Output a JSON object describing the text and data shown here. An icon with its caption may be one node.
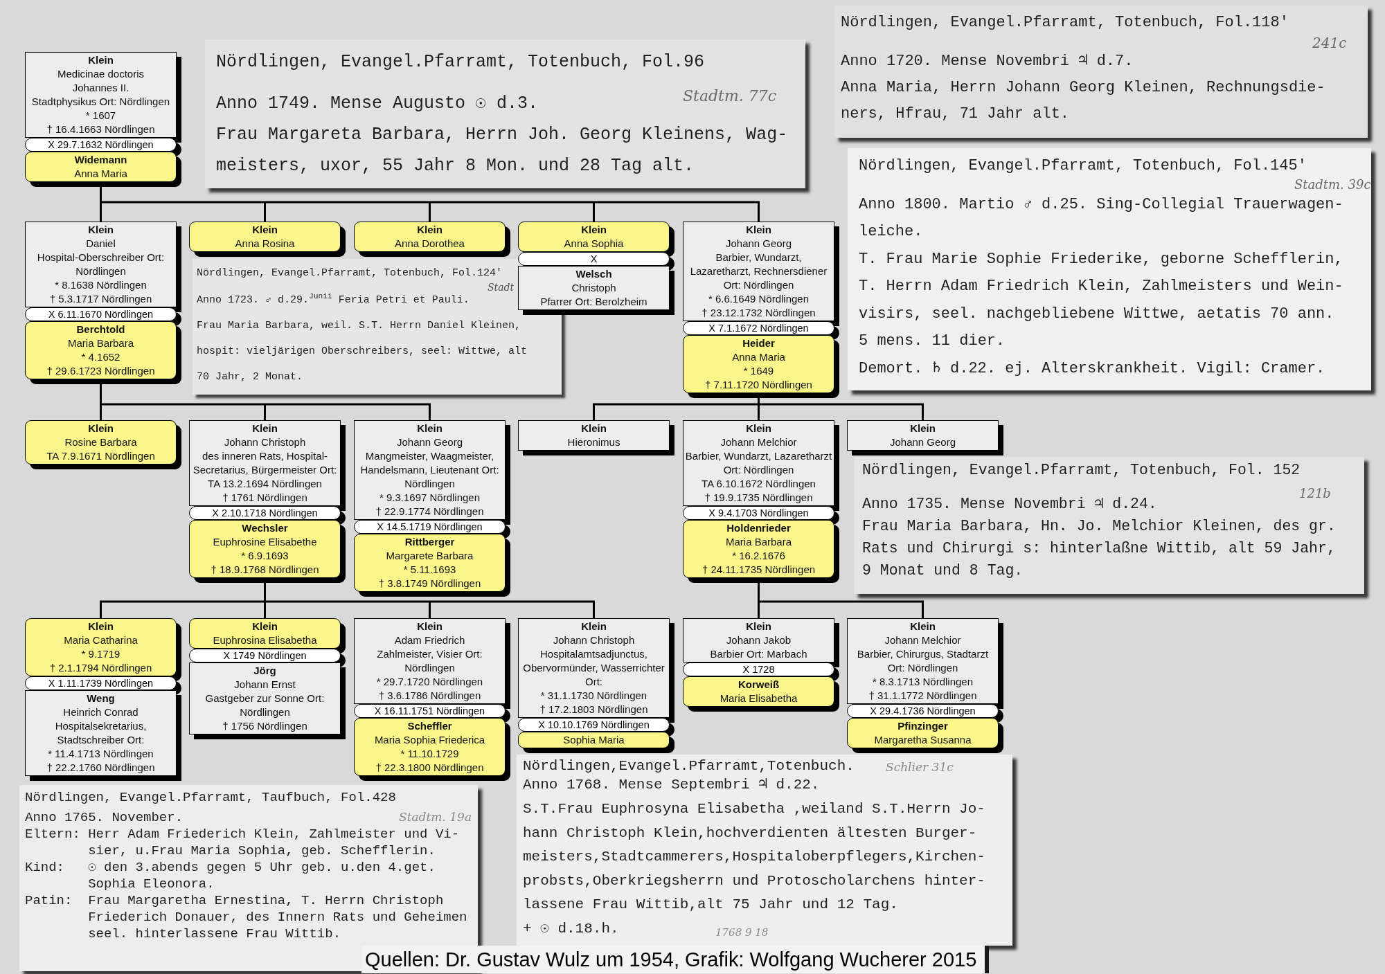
{
  "diagram": {
    "caption": "Quellen: Dr. Gustav Wulz um 1954, Grafik: Wolfgang Wucherer 2015",
    "nodes": [
      {
        "text": [
          "Klein",
          "Medicinae doctoris",
          "Johannes II.",
          "Stadtphysikus Ort: Nördlingen",
          "* 1607",
          "† 16.4.1663 Nördlingen"
        ]
      },
      {
        "text": [
          "X 29.7.1632 Nördlingen"
        ]
      },
      {
        "text": [
          "Widemann",
          "Anna Maria"
        ]
      },
      {
        "text": [
          "Nördlingen, Evangel.Pfarramt, Totenbuch, Fol.96",
          "Anno 1749. Mense Augusto ☉ d.3.",
          "Stadtm. 77c",
          "Frau Margareta Barbara, Herrn Joh. Georg Kleinens, Wag- meisters, uxor, 55 Jahr 8 Mon. und 28 Tag alt."
        ]
      },
      {
        "text": [
          "Nördlingen, Evangel.Pfarramt, Totenbuch, Fol.118'",
          "241c",
          "Anno 1720. Mense Novembri ♃ d.7.",
          "Anna Maria, Herrn Johann Georg Kleinen, Rechnungsdie- ners, Hfrau, 71 Jahr alt."
        ]
      },
      {
        "text": [
          "Nördlingen, Evangel.Pfarramt, Totenbuch, Fol.145'",
          "Stadtm. 39c",
          "Anno 1800. Martio ♂ d.25. Sing-Collegial Trauerwagen- leiche.",
          "T. Frau Marie Sophie Friederike, geborne Schefflerin, T. Herrn Adam Friedrich Klein, Zahlmeisters und Wein- visirs, seel. nachgebliebene Wittwe, aetatis 70 ann. 5 mens. 11 dier.",
          "Demort. ♄ d.22. ej. Alterskrankheit. Vigil: Cramer."
        ]
      },
      {
        "text": [
          "Klein",
          "Daniel",
          "Hospital-Oberschreiber Ort: Nördlingen",
          "* 8.1638 Nördlingen",
          "† 5.3.1717 Nördlingen"
        ]
      },
      {
        "text": [
          "X 6.11.1670 Nördlingen"
        ]
      },
      {
        "text": [
          "Berchtold",
          "Maria Barbara",
          "* 4.1652",
          "† 29.6.1723 Nördlingen"
        ]
      },
      {
        "text": [
          "Klein",
          "Anna Rosina"
        ]
      },
      {
        "text": [
          "Klein",
          "Anna Dorothea"
        ]
      },
      {
        "text": [
          "Klein",
          "Anna Sophia"
        ]
      },
      {
        "text": [
          "X"
        ]
      },
      {
        "text": [
          "Welsch",
          "Christoph",
          "Pfarrer Ort: Berolzheim"
        ]
      },
      {
        "text": [
          "Klein",
          "Johann Georg",
          "Barbier, Wundarzt, Lazaretharzt, Rechnersdiener Ort: Nördlingen",
          "* 6.6.1649 Nördlingen",
          "† 23.12.1732 Nördlingen"
        ]
      },
      {
        "text": [
          "X 7.1.1672 Nördlingen"
        ]
      },
      {
        "text": [
          "Heider",
          "Anna Maria",
          "* 1649",
          "† 7.11.1720 Nördlingen"
        ]
      },
      {
        "text": [
          "Nördlingen, Evangel.Pfarramt, Totenbuch, Fol.124'",
          "Stadt",
          "Anno 1723. ♂ d.29.$^{Junii}$ Feria Petri et Pauli.",
          "Frau Maria Barbara, weil. S.T. Herrn Daniel Kleinen, hospit: vieljärigen Oberschreibers, seel: Wittwe, alt 70 Jahr, 2 Monat."
        ]
      },
      {
        "text": [
          "Klein",
          "Rosine Barbara",
          "TA 7.9.1671 Nördlingen"
        ]
      },
      {
        "text": [
          "Klein",
          "Johann Christoph",
          "des inneren Rats, Hospital-Secretarius, Bürgermeister Ort:",
          "TA 13.2.1694 Nördlingen",
          "† 1761 Nördlingen"
        ]
      },
      {
        "text": [
          "X 2.10.1718 Nördlingen"
        ]
      },
      {
        "text": [
          "Wechsler",
          "Euphrosine Elisabethe",
          "* 6.9.1693",
          "† 18.9.1768 Nördlingen"
        ]
      },
      {
        "text": [
          "Klein",
          "Johann Georg",
          "Mangmeister, Waagmeister, Handelsmann, Lieutenant Ort: Nördlingen",
          "* 9.3.1697 Nördlingen",
          "† 22.9.1774 Nördlingen"
        ]
      },
      {
        "text": [
          "X 14.5.1719 Nördlingen"
        ]
      },
      {
        "text": [
          "Rittberger",
          "Margarete Barbara",
          "* 5.11.1693",
          "† 3.8.1749 Nördlingen"
        ]
      },
      {
        "text": [
          "Klein",
          "Hieronimus"
        ]
      },
      {
        "text": [
          "Klein",
          "Johann Melchior",
          "Barbier, Wundarzt, Lazaretharzt Ort: Nördlingen",
          "TA 6.10.1672 Nördlingen",
          "† 19.9.1735 Nördlingen"
        ]
      },
      {
        "text": [
          "X 9.4.1703 Nördlingen"
        ]
      },
      {
        "text": [
          "Holdenrieder",
          "Maria Barbara",
          "* 16.2.1676",
          "† 24.11.1735 Nördlingen"
        ]
      },
      {
        "text": [
          "Klein",
          "Johann Georg"
        ]
      },
      {
        "text": [
          "Nördlingen, Evangel.Pfarramt, Totenbuch, Fol. 152",
          "121b",
          "Anno 1735. Mense Novembri ♃ d.24.",
          "Frau Maria Barbara, Hn. Jo. Melchior Kleinen, des gr. Rats und Chirurgi s: hinterlaßne Wittib, alt 59 Jahr, 9 Monat und 8 Tag."
        ]
      },
      {
        "text": [
          "Klein",
          "Maria Catharina",
          "* 9.1719",
          "† 2.1.1794 Nördlingen"
        ]
      },
      {
        "text": [
          "X 1.11.1739 Nördlingen"
        ]
      },
      {
        "text": [
          "Weng",
          "Heinrich Conrad",
          "Hospitalsekretarius, Stadtschreiber Ort:",
          "* 11.4.1713 Nördlingen",
          "† 22.2.1760 Nördlingen"
        ]
      },
      {
        "text": [
          "Klein",
          "Euphrosina Elisabetha"
        ]
      },
      {
        "text": [
          "X 1749 Nördlingen"
        ]
      },
      {
        "text": [
          "Jörg",
          "Johann Ernst",
          "Gastgeber zur Sonne Ort: Nördlingen",
          "† 1756 Nördlingen"
        ]
      },
      {
        "text": [
          "Klein",
          "Adam Friedrich",
          "Zahlmeister, Visier Ort: Nördlingen",
          "* 29.7.1720 Nördlingen",
          "† 3.6.1786 Nördlingen"
        ]
      },
      {
        "text": [
          "X 16.11.1751 Nördlingen"
        ]
      },
      {
        "text": [
          "Scheffler",
          "Maria Sophia Friederica",
          "* 11.10.1729",
          "† 22.3.1800 Nördlingen"
        ]
      },
      {
        "text": [
          "Klein",
          "Johann Christoph",
          "Hospitalamtsadjunctus, Obervormünder, Wasserrichter Ort:",
          "* 31.1.1730 Nördlingen",
          "† 17.2.1803 Nördlingen"
        ]
      },
      {
        "text": [
          "X 10.10.1769 Nördlingen"
        ]
      },
      {
        "text": [
          "Sophia Maria"
        ]
      },
      {
        "text": [
          "Klein",
          "Johann Jakob",
          "Barbier Ort: Marbach"
        ]
      },
      {
        "text": [
          "X 1728"
        ]
      },
      {
        "text": [
          "Korweiß",
          "Maria Elisabetha"
        ]
      },
      {
        "text": [
          "Klein",
          "Johann Melchior",
          "Barbier, Chirurgus, Stadtarzt Ort: Nördlingen",
          "* 8.3.1713 Nördlingen",
          "† 31.1.1772 Nördlingen"
        ]
      },
      {
        "text": [
          "X 29.4.1736 Nördlingen"
        ]
      },
      {
        "text": [
          "Pfinzinger",
          "Margaretha Susanna"
        ]
      },
      {
        "text": [
          "Nördlingen, Evangel.Pfarramt, Taufbuch, Fol.428",
          "Anno 1765. November.",
          "Stadtm. 19a",
          "Eltern:",
          "Herr Adam Friederich Klein, Zahlmeister und Vi- sier, u.Frau Maria Sophia, geb. Schefflerin.",
          "Kind:",
          "☉ den 3.abends gegen 5 Uhr geb. u.den 4.get. Sophia Eleonora.",
          "Patin:",
          "Frau Margaretha Ernestina, T. Herrn Christoph Friederich Donauer, des Innern Rats und Geheimen seel. hinterlassene Frau Wittib."
        ]
      },
      {
        "text": [
          "Nördlingen,Evangel.Pfarramt,Totenbuch.",
          "Schlier 31c",
          "Anno 1768. Mense Septembri ♃ d.22.",
          "S.T.Frau Euphrosyna Elisabetha ,weiland S.T.Herrn Jo- hann Christoph Klein,hochverdienten ältesten Burger- meisters,Stadtcammerers,Hospitaloberpflegers,Kirchen- probsts,Oberkriegsherrn und Protoscholarchens hinter- lassene Frau Wittib,alt 75 Jahr und 12 Tag.",
          "+ ☉ d.18.h.",
          "1768 9 18"
        ]
      }
    ],
    "edges": [
      {
        "from": 2,
        "to": 6,
        "arrow": "none"
      },
      {
        "from": 2,
        "to": 9,
        "arrow": "none"
      },
      {
        "from": 2,
        "to": 10,
        "arrow": "none"
      },
      {
        "from": 2,
        "to": 11,
        "arrow": "none"
      },
      {
        "from": 2,
        "to": 14,
        "arrow": "none"
      },
      {
        "from": 8,
        "to": 18,
        "arrow": "none"
      },
      {
        "from": 8,
        "to": 19,
        "arrow": "none"
      },
      {
        "from": 8,
        "to": 22,
        "arrow": "none"
      },
      {
        "from": 16,
        "to": 25,
        "arrow": "none"
      },
      {
        "from": 16,
        "to": 26,
        "arrow": "none"
      },
      {
        "from": 16,
        "to": 29,
        "arrow": "none"
      },
      {
        "from": 21,
        "to": 31,
        "arrow": "none"
      },
      {
        "from": 21,
        "to": 34,
        "arrow": "none"
      },
      {
        "from": 21,
        "to": 37,
        "arrow": "none"
      },
      {
        "from": 21,
        "to": 40,
        "arrow": "none"
      },
      {
        "from": 28,
        "to": 43,
        "arrow": "none"
      },
      {
        "from": 28,
        "to": 46,
        "arrow": "none"
      }
    ]
  }
}
